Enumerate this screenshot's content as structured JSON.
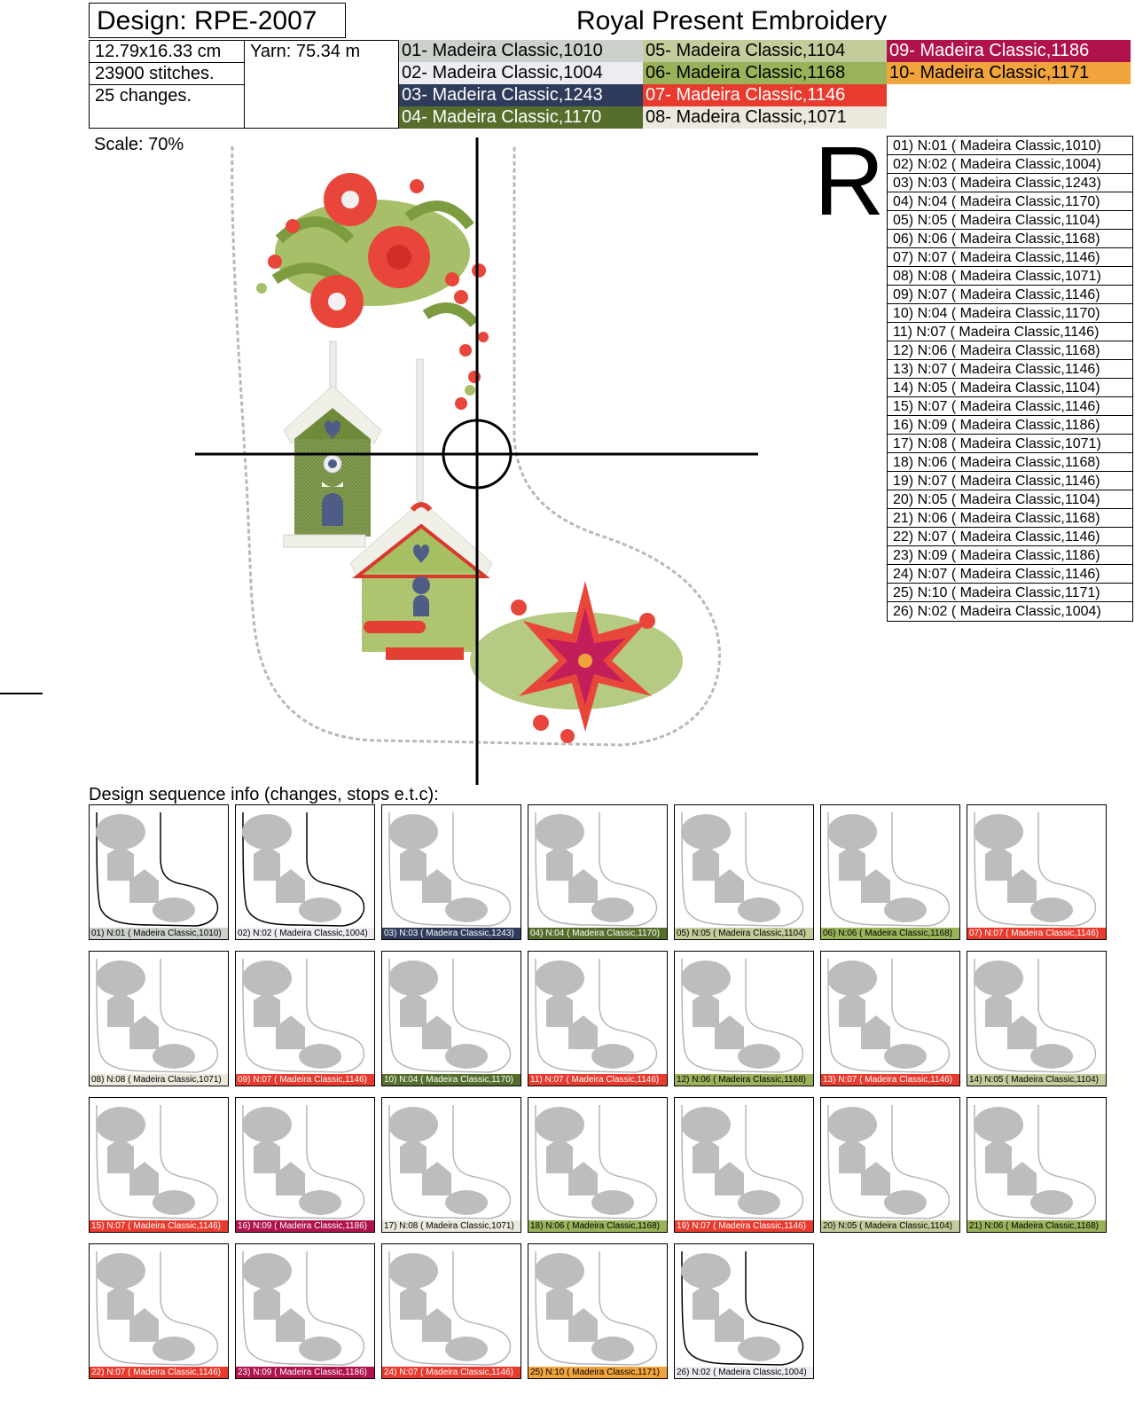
{
  "header": {
    "design_label": "Design: RPE-2007",
    "brand": "Royal Present Embroidery",
    "size": "12.79x16.33 cm",
    "yarn": "Yarn: 75.34 m",
    "stitches": "23900 stitches.",
    "changes": "25 changes.",
    "scale": "Scale: 70%",
    "rotation_letter": "R"
  },
  "palette": [
    {
      "label": "01- Madeira Classic,1010",
      "color": "#cbd1cb",
      "text": "#000000"
    },
    {
      "label": "02- Madeira Classic,1004",
      "color": "#ececf1",
      "text": "#000000"
    },
    {
      "label": "03- Madeira Classic,1243",
      "color": "#2f3b5a",
      "text": "#ffffff"
    },
    {
      "label": "04- Madeira Classic,1170",
      "color": "#566d2c",
      "text": "#ffffff"
    },
    {
      "label": "05- Madeira Classic,1104",
      "color": "#c4cc9b",
      "text": "#000000"
    },
    {
      "label": "06- Madeira Classic,1168",
      "color": "#9ab35a",
      "text": "#000000"
    },
    {
      "label": "07- Madeira Classic,1146",
      "color": "#e83b2e",
      "text": "#ffffff"
    },
    {
      "label": "08- Madeira Classic,1071",
      "color": "#ebe8dd",
      "text": "#000000"
    },
    {
      "label": "09- Madeira Classic,1186",
      "color": "#b0134b",
      "text": "#ffffff"
    },
    {
      "label": "10- Madeira Classic,1171",
      "color": "#f1a33c",
      "text": "#000000"
    }
  ],
  "sequence": [
    {
      "label": "01) N:01 ( Madeira Classic,1010)",
      "caption": "01) N:01 ( Madeira Classic,1010)",
      "color": "#cbd1cb",
      "text": "#000000"
    },
    {
      "label": "02) N:02 ( Madeira Classic,1004)",
      "caption": "02) N:02 ( Madeira Classic,1004)",
      "color": "#ececf1",
      "text": "#000000"
    },
    {
      "label": "03) N:03 ( Madeira Classic,1243)",
      "caption": "03) N:03 ( Madeira Classic,1243)",
      "color": "#2f3b5a",
      "text": "#ffffff"
    },
    {
      "label": "04) N:04 ( Madeira Classic,1170)",
      "caption": "04) N:04 ( Madeira Classic,1170)",
      "color": "#566d2c",
      "text": "#ffffff"
    },
    {
      "label": "05) N:05 ( Madeira Classic,1104)",
      "caption": "05) N:05 ( Madeira Classic,1104)",
      "color": "#c4cc9b",
      "text": "#000000"
    },
    {
      "label": "06) N:06 ( Madeira Classic,1168)",
      "caption": "06) N:06 ( Madeira Classic,1168)",
      "color": "#9ab35a",
      "text": "#000000"
    },
    {
      "label": "07) N:07 ( Madeira Classic,1146)",
      "caption": "07) N:07 ( Madeira Classic,1146)",
      "color": "#e83b2e",
      "text": "#ffffff"
    },
    {
      "label": "08) N:08 ( Madeira Classic,1071)",
      "caption": "08) N:08 ( Madeira Classic,1071)",
      "color": "#ebe8dd",
      "text": "#000000"
    },
    {
      "label": "09) N:07 ( Madeira Classic,1146)",
      "caption": "09) N:07 ( Madeira Classic,1146)",
      "color": "#e83b2e",
      "text": "#ffffff"
    },
    {
      "label": "10) N:04 ( Madeira Classic,1170)",
      "caption": "10) N:04 ( Madeira Classic,1170)",
      "color": "#566d2c",
      "text": "#ffffff"
    },
    {
      "label": "11) N:07 ( Madeira Classic,1146)",
      "caption": "11) N:07 ( Madeira Classic,1146)",
      "color": "#e83b2e",
      "text": "#ffffff"
    },
    {
      "label": "12) N:06 ( Madeira Classic,1168)",
      "caption": "12) N:06 ( Madeira Classic,1168)",
      "color": "#9ab35a",
      "text": "#000000"
    },
    {
      "label": "13) N:07 ( Madeira Classic,1146)",
      "caption": "13) N:07 ( Madeira Classic,1146)",
      "color": "#e83b2e",
      "text": "#ffffff"
    },
    {
      "label": "14) N:05 ( Madeira Classic,1104)",
      "caption": "14) N:05 ( Madeira Classic,1104)",
      "color": "#c4cc9b",
      "text": "#000000"
    },
    {
      "label": "15) N:07 ( Madeira Classic,1146)",
      "caption": "15) N:07 ( Madeira Classic,1146)",
      "color": "#e83b2e",
      "text": "#ffffff"
    },
    {
      "label": "16) N:09 ( Madeira Classic,1186)",
      "caption": "16) N:09 ( Madeira Classic,1186)",
      "color": "#b0134b",
      "text": "#ffffff"
    },
    {
      "label": "17) N:08 ( Madeira Classic,1071)",
      "caption": "17) N:08 ( Madeira Classic,1071)",
      "color": "#ebe8dd",
      "text": "#000000"
    },
    {
      "label": "18) N:06 ( Madeira Classic,1168)",
      "caption": "18) N:06 ( Madeira Classic,1168)",
      "color": "#9ab35a",
      "text": "#000000"
    },
    {
      "label": "19) N:07 ( Madeira Classic,1146)",
      "caption": "19) N:07 ( Madeira Classic,1146)",
      "color": "#e83b2e",
      "text": "#ffffff"
    },
    {
      "label": "20) N:05 ( Madeira Classic,1104)",
      "caption": "20) N:05 ( Madeira Classic,1104)",
      "color": "#c4cc9b",
      "text": "#000000"
    },
    {
      "label": "21) N:06 ( Madeira Classic,1168)",
      "caption": "21) N:06 ( Madeira Classic,1168)",
      "color": "#9ab35a",
      "text": "#000000"
    },
    {
      "label": "22) N:07 ( Madeira Classic,1146)",
      "caption": "22) N:07 ( Madeira Classic,1146)",
      "color": "#e83b2e",
      "text": "#ffffff"
    },
    {
      "label": "23) N:09 ( Madeira Classic,1186)",
      "caption": "23) N:09 ( Madeira Classic,1186)",
      "color": "#b0134b",
      "text": "#ffffff"
    },
    {
      "label": "24) N:07 ( Madeira Classic,1146)",
      "caption": "24) N:07 ( Madeira Classic,1146)",
      "color": "#e83b2e",
      "text": "#ffffff"
    },
    {
      "label": "25) N:10 ( Madeira Classic,1171)",
      "caption": "25) N:10 ( Madeira Classic,1171)",
      "color": "#f1a33c",
      "text": "#000000"
    },
    {
      "label": "26) N:02 ( Madeira Classic,1004)",
      "caption": "26) N:02 ( Madeira Classic,1004)",
      "color": "#ececf1",
      "text": "#000000"
    }
  ],
  "sequence_heading": "Design sequence info (changes, stops e.t.c):"
}
